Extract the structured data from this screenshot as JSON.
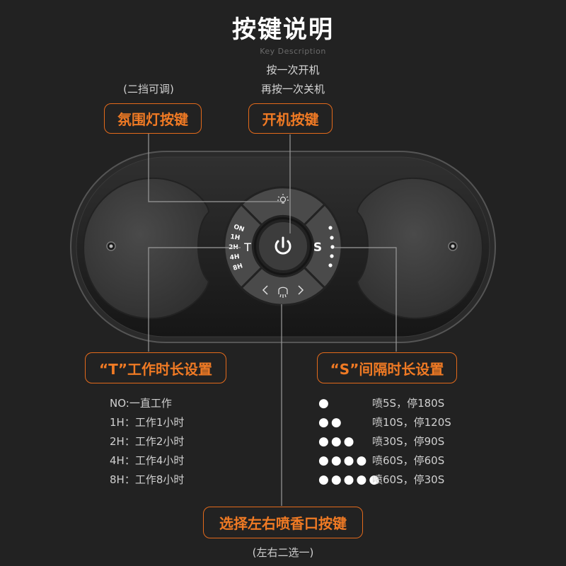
{
  "header": {
    "title": "按键说明",
    "subtitle": "Key Description",
    "power_line1": "按一次开机",
    "power_line2": "再按一次关机"
  },
  "labels": {
    "ambient_note": "(二挡可调)",
    "ambient_key": "氛围灯按键",
    "power_key": "开机按键",
    "t_key": "“T”工作时长设置",
    "s_key": "“S”间隔时长设置",
    "nozzle_key": "选择左右喷香口按键",
    "nozzle_note": "(左右二选一)"
  },
  "device": {
    "t_options": [
      "ON",
      "1H",
      "2H",
      "4H",
      "8H"
    ],
    "t_letter": "T",
    "s_letter": "S",
    "left_arrow": "<",
    "right_arrow": ">"
  },
  "t_list": [
    "NO:一直工作",
    "1H：工作1小时",
    "2H：工作2小时",
    "4H：工作4小时",
    "8H：工作8小时"
  ],
  "s_list": [
    {
      "dots": "●",
      "text": "喷5S，停180S"
    },
    {
      "dots": "●●",
      "text": "喷10S，停120S"
    },
    {
      "dots": "●●●",
      "text": "喷30S，停90S"
    },
    {
      "dots": "●●●●",
      "text": "喷60S，停60S"
    },
    {
      "dots": "●●●●●",
      "text": "喷60S，停30S"
    }
  ],
  "colors": {
    "background": "#222222",
    "accent": "#e36a1b",
    "device_body": "#1a1a1a",
    "pad": "#3a3a3a",
    "button": "#4a4a4a"
  },
  "icons": [
    "lightbulb-icon",
    "power-icon",
    "nozzle-icon",
    "left-arrow-icon",
    "right-arrow-icon",
    "indicator-dot-icon"
  ]
}
